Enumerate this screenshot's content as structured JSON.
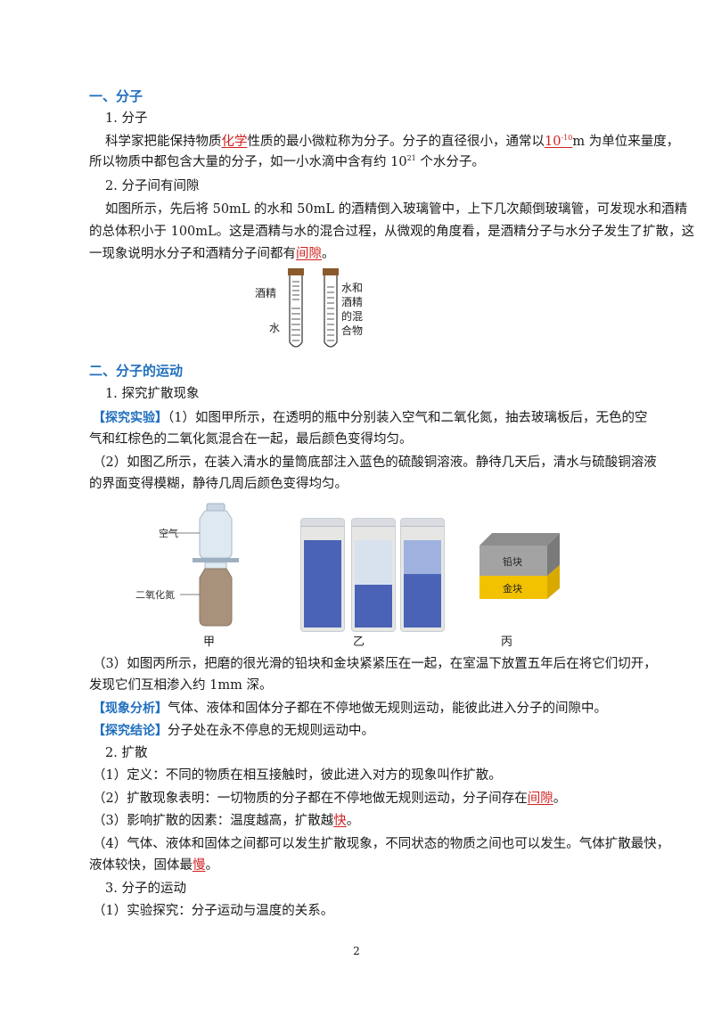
{
  "sec1": {
    "title": "一、分子"
  },
  "s1_1": {
    "heading": "1. 分子"
  },
  "p1": {
    "a": "科学家把能保持物质",
    "red": "化学",
    "b": "性质的最小微粒称为分子。分子的直径很小，通常以",
    "red2_base": "10",
    "red2_sup": "-10",
    "c": "m 为单位来量度，",
    "line2_a": "所以物质中都包含大量的分子，如一小水滴中含有约 10",
    "line2_sup": "21",
    "line2_b": " 个水分子。"
  },
  "s1_2": {
    "heading": "2. 分子间有间隙"
  },
  "p2": {
    "l1": "如图所示，先后将 50mL 的水和 50mL 的酒精倒入玻璃管中，上下几次颠倒玻璃管，可发现水和酒精",
    "l2": "的总体积小于 100mL。这是酒精与水的混合过程，从微观的角度看，是酒精分子与水分子发生了扩散，这",
    "l3a": "一现象说明水分子和酒精分子间都有",
    "l3red": "间隙",
    "l3b": "。"
  },
  "tube_fig": {
    "left_top": "酒精",
    "left_bottom": "水",
    "right_l1": "水和",
    "right_l2": "酒精",
    "right_l3": "的混",
    "right_l4": "合物"
  },
  "sec2": {
    "title": "二、分子的运动"
  },
  "s2_1": {
    "heading": "1. 探究扩散现象"
  },
  "exp": {
    "tag": "【探究实验】",
    "l1": "（1）如图甲所示，在透明的瓶中分别装入空气和二氧化氮，抽去玻璃板后，无色的空",
    "l2": "气和红棕色的二氧化氮混合在一起，最后颜色变得均匀。",
    "l3": "（2）如图乙所示，在装入清水的量筒底部注入蓝色的硫酸铜溶液。静待几天后，清水与硫酸铜溶液",
    "l4": "的界面变得模糊，静待几周后颜色变得均匀。"
  },
  "fig2": {
    "air": "空气",
    "no2": "二氧化氮",
    "lead": "铅块",
    "gold": "金块",
    "cap_a": "甲",
    "cap_b": "乙",
    "cap_c": "丙"
  },
  "exp3": {
    "l1": "（3）如图丙所示，把磨的很光滑的铅块和金块紧紧压在一起，在室温下放置五年后在将它们切开，",
    "l2": "发现它们互相渗入约 1mm 深。"
  },
  "analysis": {
    "tag": "【现象分析】",
    "text": "气体、液体和固体分子都在不停地做无规则运动，能彼此进入分子的间隙中。"
  },
  "conclusion": {
    "tag": "【探究结论】",
    "text": "分子处在永不停息的无规则运动中。"
  },
  "s2_2": {
    "heading": "2. 扩散"
  },
  "diff": {
    "d1": "（1）定义：不同的物质在相互接触时，彼此进入对方的现象叫作扩散。",
    "d2a": "（2）扩散现象表明：一切物质的分子都在不停地做无规则运动，分子间存在",
    "d2red": "间隙",
    "d2b": "。",
    "d3a": "（3）影响扩散的因素：温度越高，扩散越",
    "d3red": "快",
    "d3b": "。",
    "d4": "（4）气体、液体和固体之间都可以发生扩散现象，不同状态的物质之间也可以发生。气体扩散最快，",
    "d5a": "液体较快，固体最",
    "d5red": "慢",
    "d5b": "。"
  },
  "s2_3": {
    "heading": "3. 分子的运动"
  },
  "motion": {
    "m1": "（1）实验探究：分子运动与温度的关系。"
  },
  "page_number": "2"
}
